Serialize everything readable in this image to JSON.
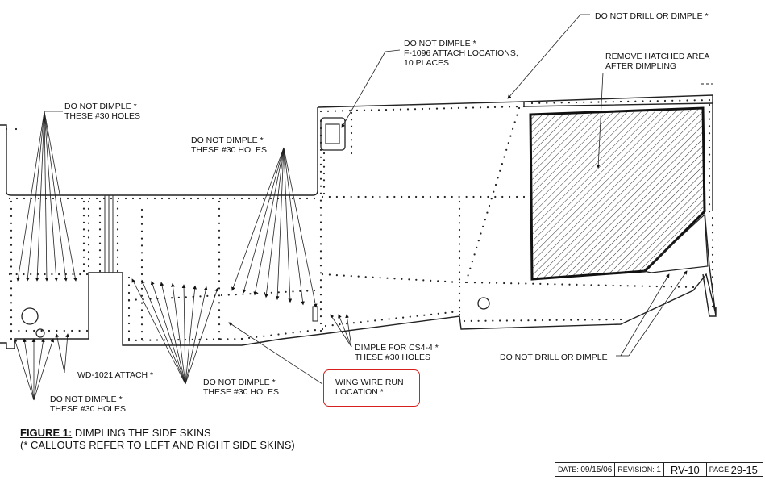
{
  "labels": {
    "do_not_drill_top": "DO NOT DRILL OR DIMPLE *",
    "f1096": [
      "DO NOT DIMPLE *",
      "F-1096 ATTACH LOCATIONS,",
      "10 PLACES"
    ],
    "remove_hatched": [
      "REMOVE HATCHED AREA",
      "AFTER DIMPLING"
    ],
    "left_upper": [
      "DO NOT DIMPLE *",
      "THESE #30 HOLES"
    ],
    "mid_upper": [
      "DO NOT DIMPLE *",
      "THESE #30 HOLES"
    ],
    "wd1021": "WD-1021 ATTACH *",
    "left_lower": [
      "DO NOT DIMPLE *",
      "THESE #30 HOLES"
    ],
    "mid_lower": [
      "DO NOT DIMPLE *",
      "THESE #30 HOLES"
    ],
    "cs4": [
      "DIMPLE FOR CS4-4 *",
      "THESE #30 HOLES"
    ],
    "wing_wire": [
      "WING WIRE RUN",
      "LOCATION *"
    ],
    "do_not_drill_right": "DO NOT DRILL OR DIMPLE"
  },
  "caption": {
    "figure_number": "FIGURE 1:",
    "figure_title": " DIMPLING THE SIDE SKINS",
    "note": "(* CALLOUTS REFER TO LEFT AND RIGHT SIDE SKINS)"
  },
  "title_block": {
    "date_label": "DATE:",
    "date_value": "09/15/06",
    "revision_label": "REVISION:",
    "revision_value": "1",
    "model": "RV-10",
    "page_label": "PAGE",
    "page_value": "29-15"
  },
  "colors": {
    "callout_box": "#d62020",
    "ink": "#111111"
  }
}
